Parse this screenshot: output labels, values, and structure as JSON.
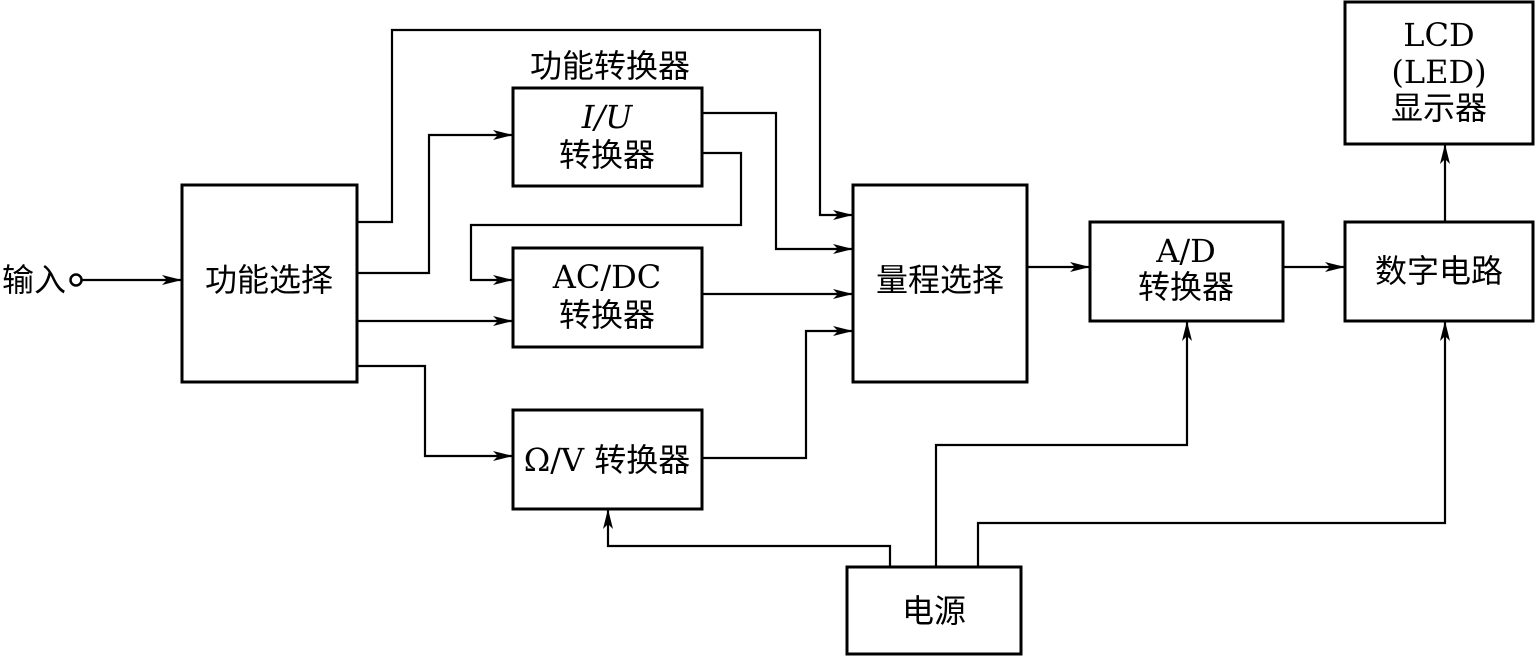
{
  "input_label": "输入",
  "blocks": {
    "func_select": {
      "label": "功能选择"
    },
    "func_converter_group": {
      "label": "功能转换器"
    },
    "iu": {
      "line1_math": "I/U",
      "line2": "转换器"
    },
    "acdc": {
      "line1": "AC/DC",
      "line2": "转换器"
    },
    "ohm": {
      "label": "Ω/V 转换器"
    },
    "range": {
      "label": "量程选择"
    },
    "ad": {
      "line1": "A/D",
      "line2": "转换器"
    },
    "digital": {
      "label": "数字电路"
    },
    "lcd": {
      "line1": "LCD",
      "line2": "(LED)",
      "line3": "显示器"
    },
    "power": {
      "label": "电源"
    }
  }
}
